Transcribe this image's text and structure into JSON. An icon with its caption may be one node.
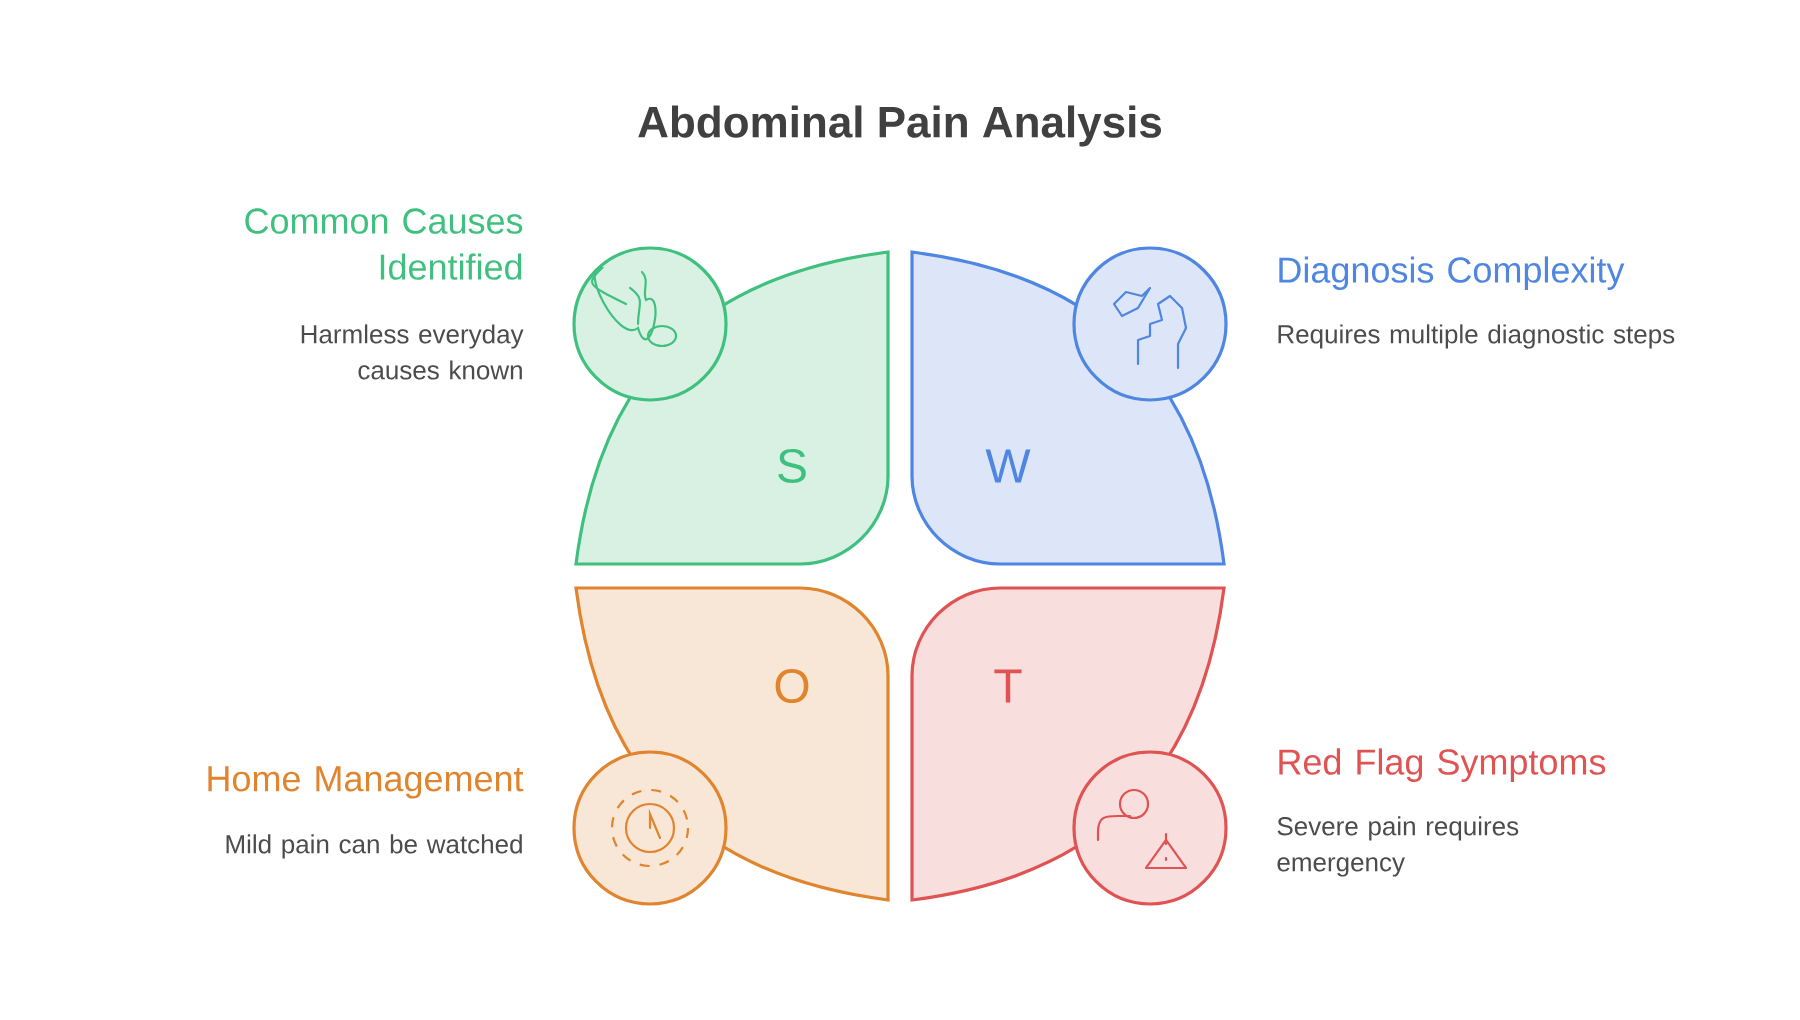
{
  "diagram": {
    "title": "Abdominal Pain Analysis",
    "nodes": [
      {
        "text": [
          "S"
        ],
        "beside": [
          "Common Causes Identified",
          "Harmless everyday causes known"
        ]
      },
      {
        "text": [
          "W"
        ],
        "beside": [
          "Diagnosis Complexity",
          "Requires multiple diagnostic steps"
        ]
      },
      {
        "text": [
          "O"
        ],
        "beside": [
          "Home Management",
          "Mild pain can be watched"
        ]
      },
      {
        "text": [
          "T"
        ],
        "beside": [
          "Red Flag Symptoms",
          "Severe pain requires emergency"
        ]
      }
    ]
  }
}
